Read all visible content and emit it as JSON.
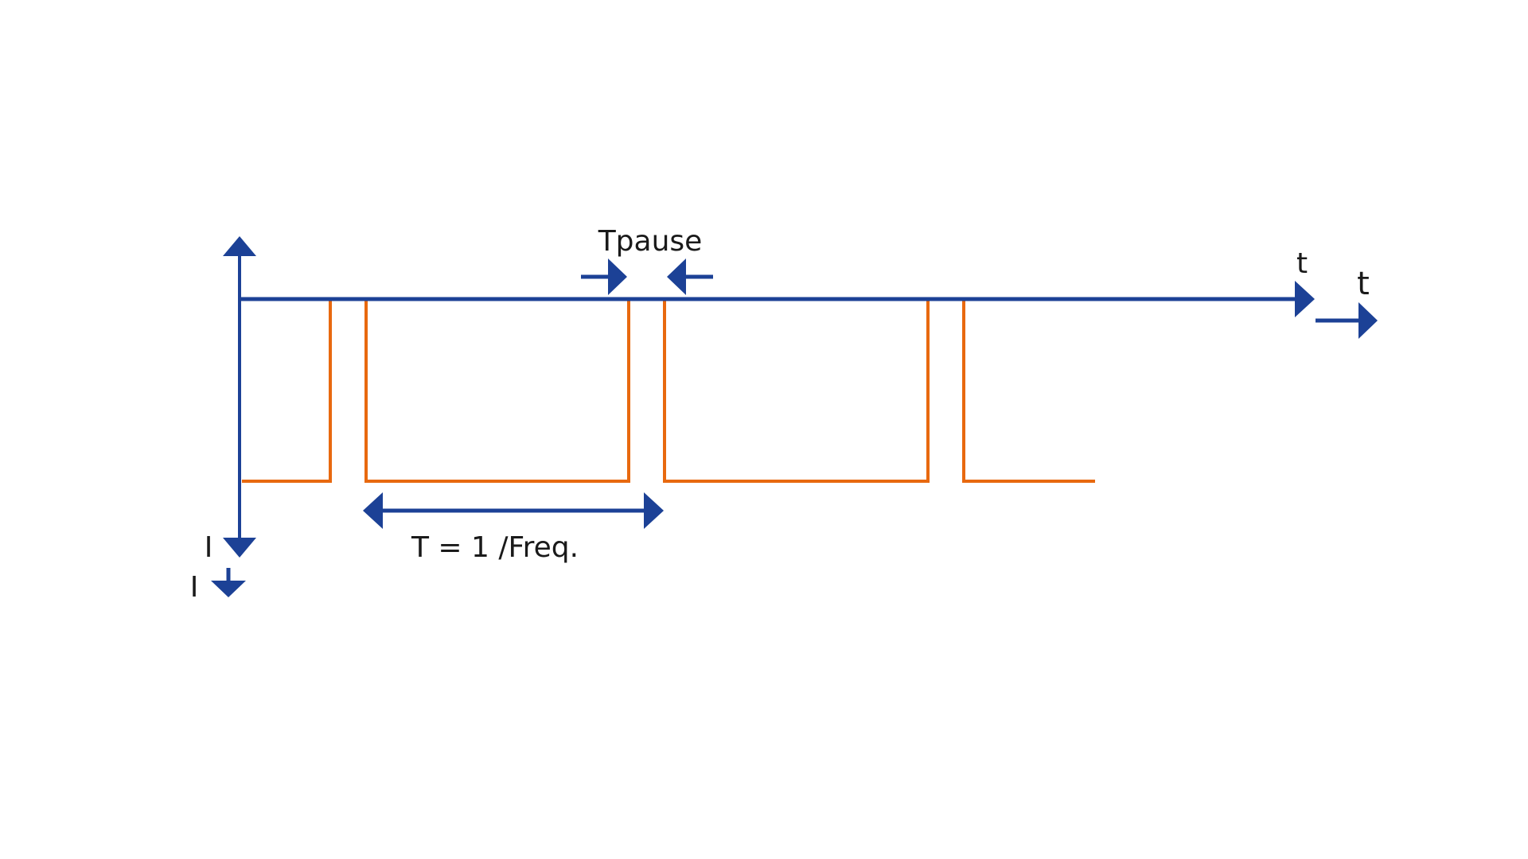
{
  "diagram": {
    "labels": {
      "pause": "Tpause",
      "period": "T = 1 /Freq.",
      "time_axis": "t",
      "time_axis_duplicate": "t",
      "current_axis": "I",
      "current_axis_duplicate": "I"
    },
    "colors": {
      "axis": "#1c4196",
      "signal": "#e8690f"
    },
    "pulse_train": {
      "pulse_count": 3,
      "description_levels": [
        "low",
        "high"
      ]
    }
  }
}
